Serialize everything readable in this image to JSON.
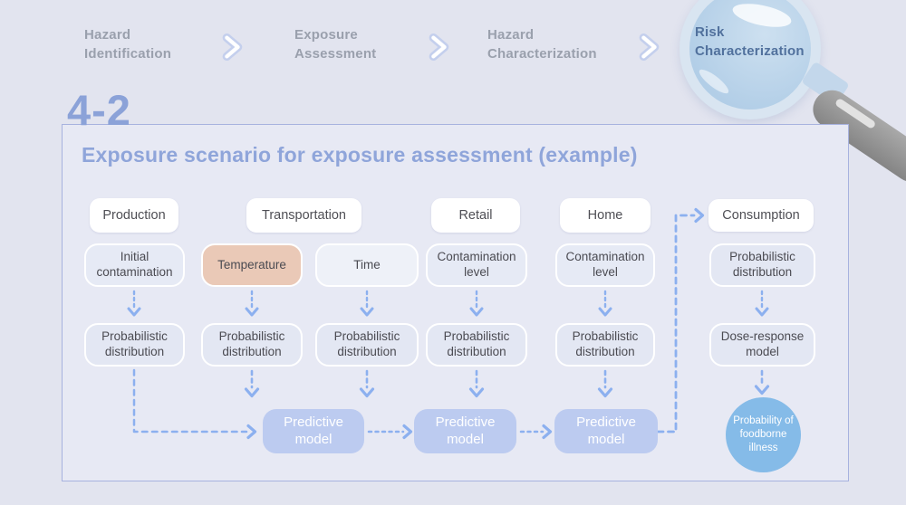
{
  "stepper": {
    "steps": [
      {
        "line1": "Hazard",
        "line2": "Identification"
      },
      {
        "line1": "Exposure",
        "line2": "Assessment"
      },
      {
        "line1": "Hazard",
        "line2": "Characterization"
      },
      {
        "line1": "Risk",
        "line2": "Characterization"
      }
    ]
  },
  "section": {
    "number": "4-2",
    "title": "Exposure scenario for exposure assessment (example)"
  },
  "flow": {
    "stages": {
      "production": "Production",
      "transportation": "Transportation",
      "retail": "Retail",
      "home": "Home",
      "consumption": "Consumption"
    },
    "inputs": {
      "initial_contamination": "Initial contamination",
      "temperature": "Temperature",
      "time": "Time",
      "contamination_level": "Contamination level"
    },
    "labels": {
      "probabilistic_distribution": "Probabilistic distribution",
      "dose_response_model": "Dose-response model",
      "predictive_model": "Predictive model",
      "probability_outcome": "Probability of foodborne illness"
    }
  },
  "icons": {
    "step_separator": "chevron-right-icon",
    "risk_focus": "magnifier-icon"
  },
  "colors": {
    "background": "#e2e4ef",
    "panel_background": "#e7e9f4",
    "panel_border": "#a7b2df",
    "accent_heading": "#8ba2d8",
    "stage_pill": "#ffffff",
    "node_fill": "#e4e8f4",
    "highlight_fill": "#eac9b7",
    "predictive_fill": "#bccbf0",
    "outcome_circle": "#85bbe8",
    "arrow": "#8cb0ef",
    "step_text": "#9aa0ad",
    "active_step_text": "#51719d",
    "lens_fill": "#b5d0e8",
    "handle_fill": "#959595"
  }
}
